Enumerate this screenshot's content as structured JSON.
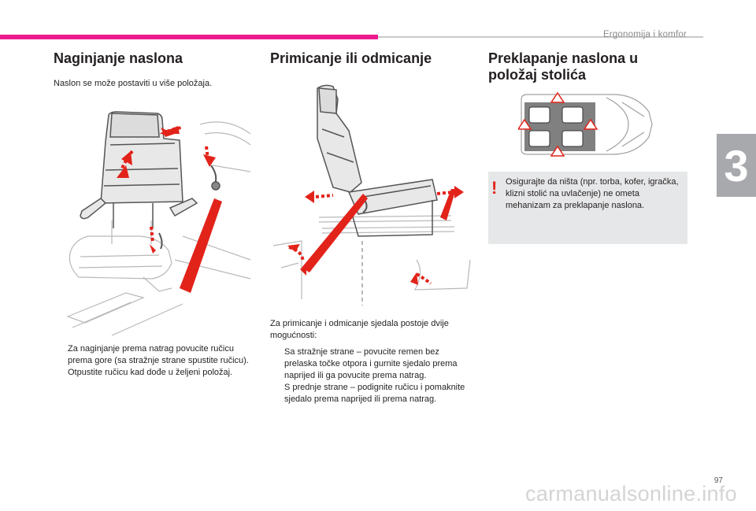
{
  "header": {
    "section_title": "Ergonomija i komfor",
    "chapter_number": "3"
  },
  "col1": {
    "heading": "Naginjanje naslona",
    "intro": "Naslon se može postaviti u više položaja.",
    "bullets": [
      "Za naginjanje prema natrag povucite ručicu prema gore (sa stražnje strane spustite ručicu).",
      "Otpustite ručicu kad dođe u željeni položaj."
    ]
  },
  "col2": {
    "heading": "Primicanje ili odmicanje",
    "intro": "Za primicanje i odmicanje sjedala postoje dvije mogućnosti:",
    "bullets": [
      "Sa stražnje strane – povucite remen bez prelaska točke otpora i gurnite sjedalo prema naprijed ili ga povucite prema natrag.",
      "S prednje strane – podignite ručicu i pomaknite sjedalo prema naprijed ili prema natrag."
    ]
  },
  "col3": {
    "heading": "Preklapanje naslona u položaj stolića",
    "warning": "Osigurajte da ništa (npr. torba, kofer, igračka, klizni stolić na uvlačenje) ne ometa mehanizam za preklapanje naslona."
  },
  "symbols": {
    "bullet": "",
    "warning": "!"
  },
  "colors": {
    "accent": "#ec1c8e",
    "arrow": "#e2231a",
    "tab": "#a7a9ac",
    "warning_bg": "#e6e7e8"
  },
  "footer": {
    "page_number": "97",
    "watermark": "carmanualsonline.info"
  }
}
